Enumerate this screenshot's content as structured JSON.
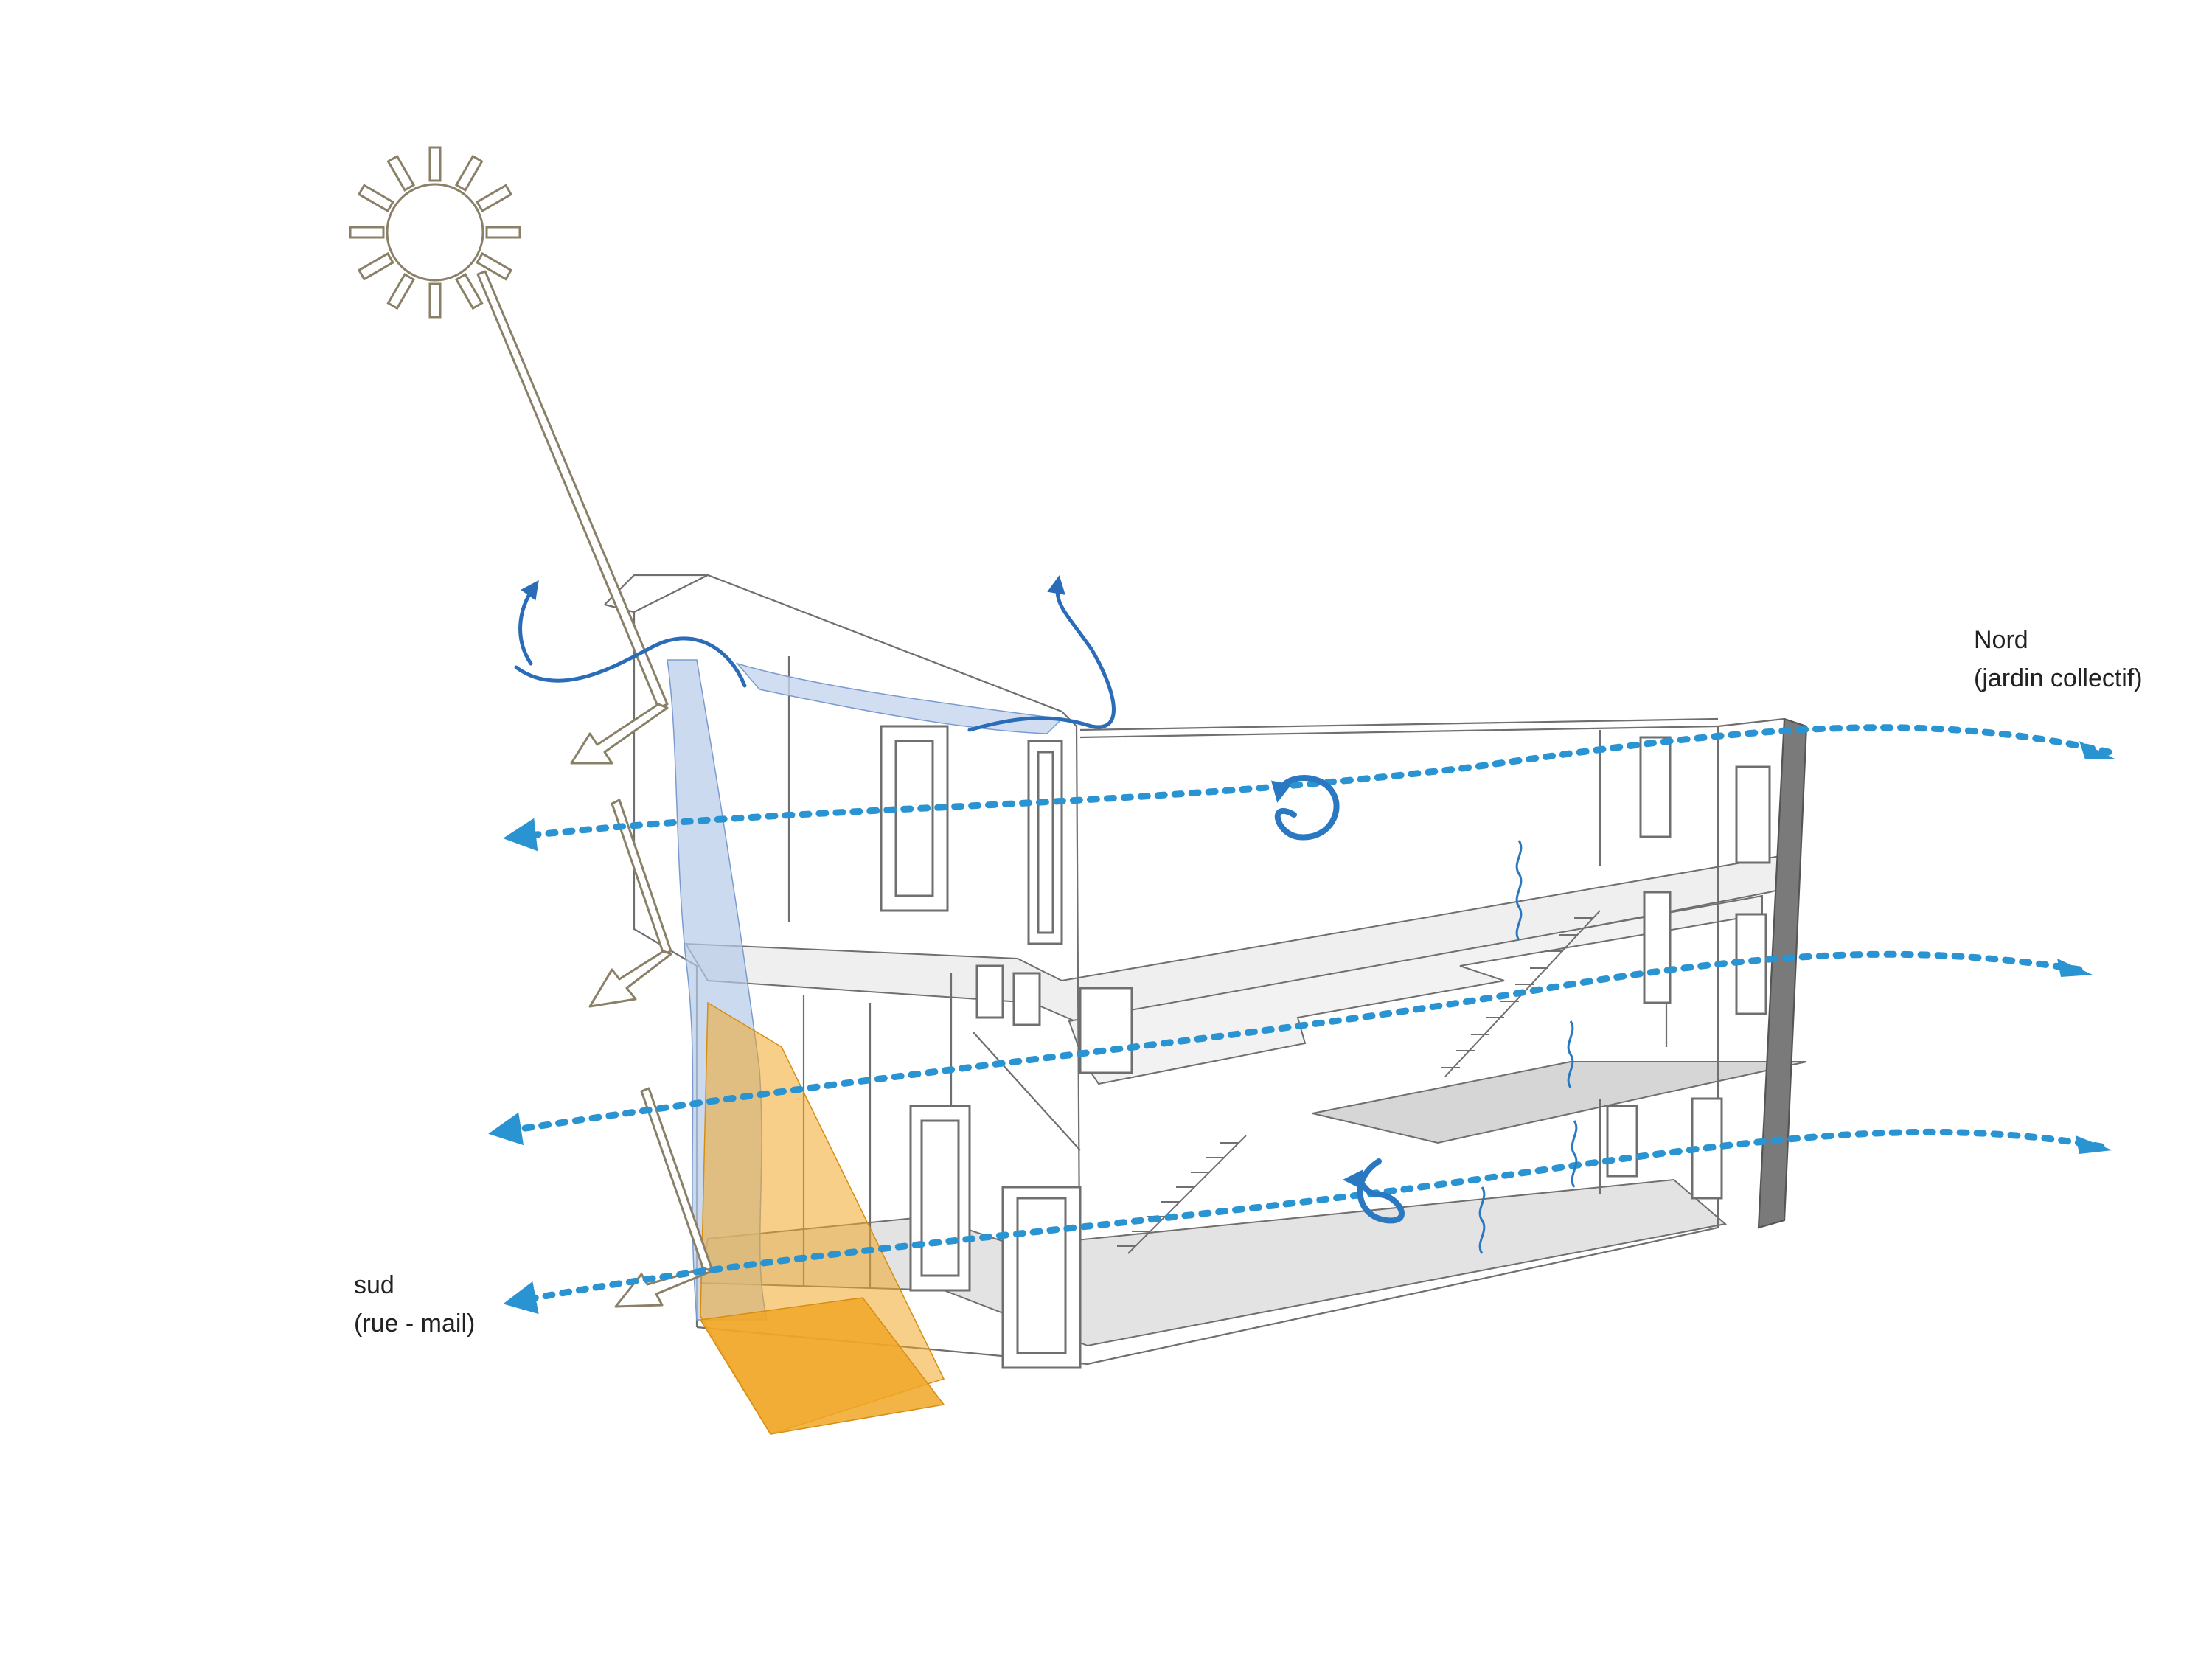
{
  "labels": {
    "north": {
      "line1": "Nord",
      "line2": "(jardin collectif)"
    },
    "south": {
      "line1": "sud",
      "line2": "(rue - mail)"
    }
  },
  "colors": {
    "background": "#ffffff",
    "outline": "#6f6f6f",
    "floor_fill": "#d9d9d9",
    "floor_fill_light": "#e8e8e8",
    "wall_dark": "#7a7a7a",
    "airflow_dotted": "#2a93d1",
    "airflow_curve": "#2b6cb8",
    "convection_loop": "#2b78c2",
    "glazing_fill": "#b7cbe8",
    "sun_patch": "#f0a727",
    "sunray_outline": "#8a8068"
  },
  "icons": [
    "sun-icon",
    "sun-ray-arrow",
    "airflow-arrow",
    "convection-loop-icon",
    "heat-wave-icon"
  ]
}
